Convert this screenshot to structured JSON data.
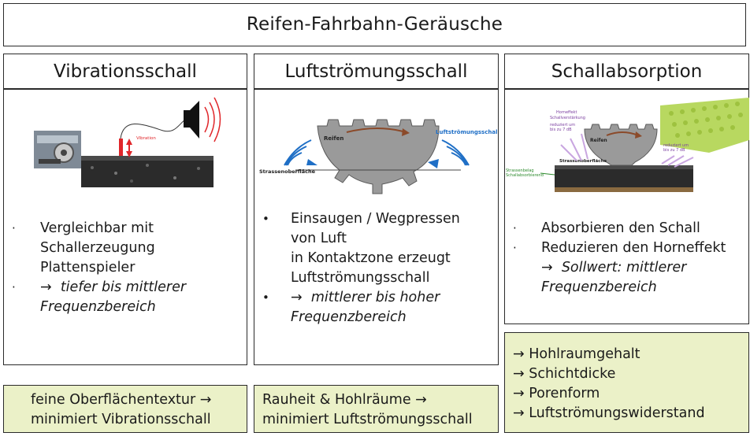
{
  "title": "Reifen-Fahrbahn-Geräusche",
  "columns": [
    {
      "heading": "Vibrationsschall",
      "image_labels": {
        "vibration": "Vibration"
      },
      "bullets": [
        {
          "lines": [
            "Vergleichbar mit",
            "Schallerzeugung",
            "Plattenspieler"
          ]
        },
        {
          "arrow": "→",
          "lines": [
            "tiefer bis mittlerer",
            "Frequenzbereich"
          ]
        }
      ],
      "footer_lines": [
        "feine Oberflächentextur →",
        "minimiert Vibrationsschall"
      ]
    },
    {
      "heading": "Luftströmungsschall",
      "image_labels": {
        "tire": "Reifen",
        "surface": "Strassenoberfläche",
        "airflow": "Luftströmungsschall"
      },
      "bullets": [
        {
          "lines": [
            "Einsaugen / Wegpressen",
            "von Luft",
            "in Kontaktzone erzeugt",
            "Luftströmungsschall"
          ]
        },
        {
          "arrow": "→",
          "lines": [
            "mittlerer bis hoher",
            "Frequenzbereich"
          ]
        }
      ],
      "footer_lines": [
        "Rauheit & Hohlräume →",
        "minimiert Luftströmungsschall"
      ]
    },
    {
      "heading": "Schallabsorption",
      "image_labels": {
        "horn": "Horneffekt",
        "amp": "Schallverstärkung",
        "red_left_1": "reduziert um",
        "red_left_2": "bis zu 7 dB",
        "red_right_1": "reduziert um",
        "red_right_2": "bis zu 7 dB",
        "tire": "Reifen",
        "surface": "Strassenoberfläche",
        "pavement_1": "Strassenbelag",
        "pavement_2": "Schallabsorbierend"
      },
      "bullets": [
        {
          "lines": [
            "Absorbieren den Schall"
          ]
        },
        {
          "lines": [
            "Reduzieren den Horneffekt"
          ]
        },
        {
          "arrow": "→",
          "lines": [
            "Sollwert: mittlerer",
            "Frequenzbereich"
          ]
        }
      ],
      "footer_lines": [
        "→ Hohlraumgehalt",
        "→ Schichtdicke",
        "→ Porenform",
        "→ Luftströmungswiderstand"
      ]
    }
  ],
  "colors": {
    "footer_bg": "#ebf1c8",
    "border": "#2a2a2a",
    "airflow_blue": "#1f6fc6",
    "tire_gray": "#9a9a9a",
    "arrow_brown": "#8b4a2a",
    "absorber_green": "#b8d860"
  }
}
